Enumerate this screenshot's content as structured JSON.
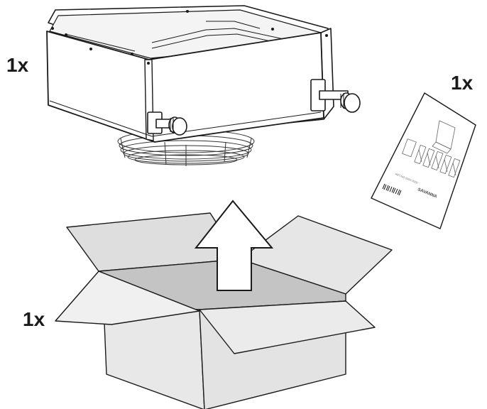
{
  "diagram": {
    "items": [
      {
        "id": "heater",
        "quantity": "1x"
      },
      {
        "id": "manual",
        "quantity": "1x"
      },
      {
        "id": "box",
        "quantity": "1x"
      }
    ],
    "manual": {
      "brand": "SAVANNA",
      "code": "ART.NO 0000 0000",
      "subtitle": "",
      "caption": ""
    },
    "colors": {
      "outline": "#1a1a1a",
      "box_face": "#e6e6e6",
      "box_inner": "#c4c4c4",
      "box_shadow": "#a8a8a8"
    }
  }
}
